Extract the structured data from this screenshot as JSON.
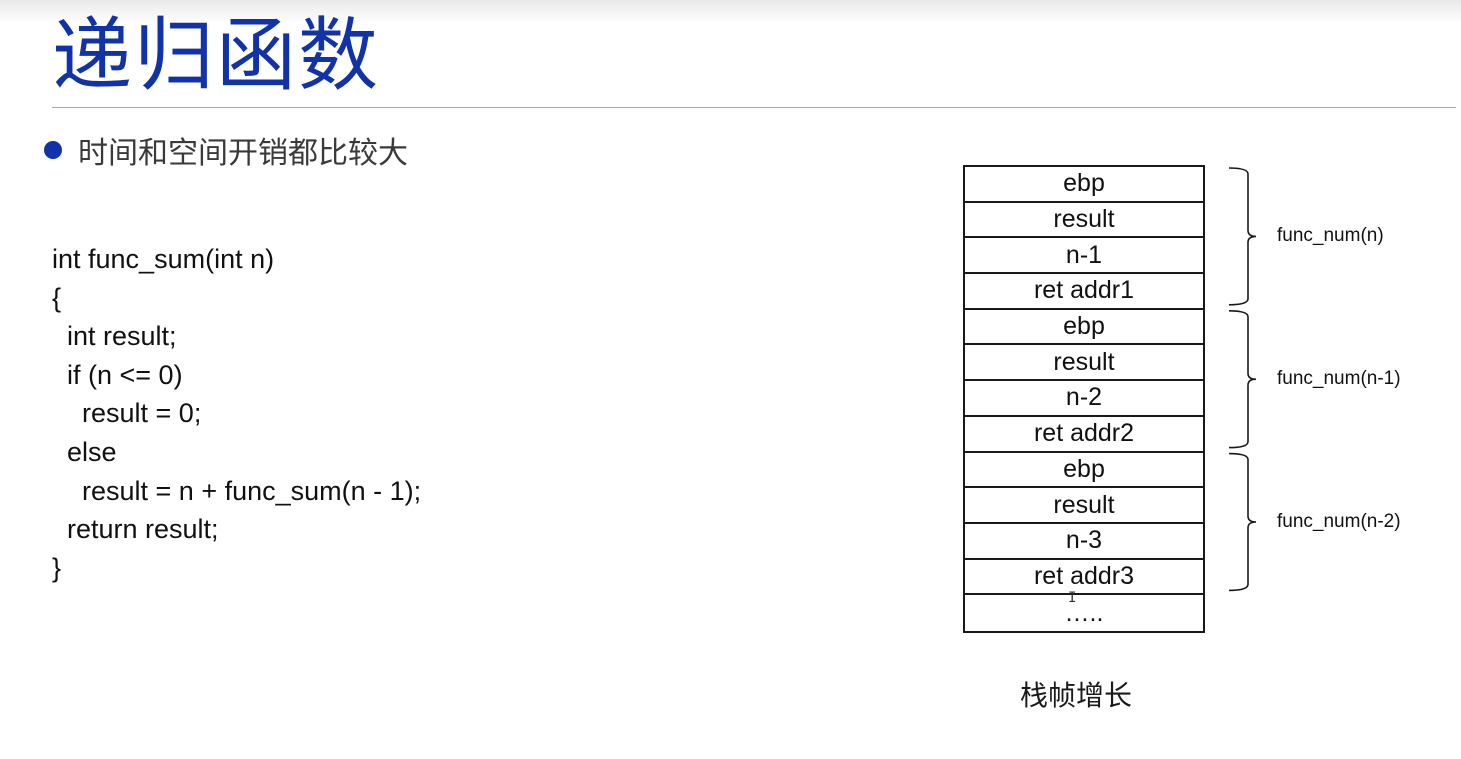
{
  "slide": {
    "title": "递归函数",
    "bullet": "时间和空间开销都比较大",
    "code_lines": [
      "int func_sum(int n)",
      "{",
      "  int result;",
      "  if (n <= 0)",
      "    result = 0;",
      "  else",
      "    result = n + func_sum(n - 1);",
      "  return result;",
      "}"
    ]
  },
  "stack": {
    "cells": [
      "ebp",
      "result",
      "n-1",
      "ret addr1",
      "ebp",
      "result",
      "n-2",
      "ret addr2",
      "ebp",
      "result",
      "n-3",
      "ret addr3",
      "….."
    ],
    "frames": [
      {
        "label": "func_num(n)",
        "from_cell": 0,
        "to_cell": 3
      },
      {
        "label": "func_num(n-1)",
        "from_cell": 4,
        "to_cell": 7
      },
      {
        "label": "func_num(n-2)",
        "from_cell": 8,
        "to_cell": 11
      }
    ],
    "caption": "栈帧增长"
  },
  "colors": {
    "title": "#1233a8",
    "bullet": "#1233a8",
    "line": "#1a1a1a"
  }
}
